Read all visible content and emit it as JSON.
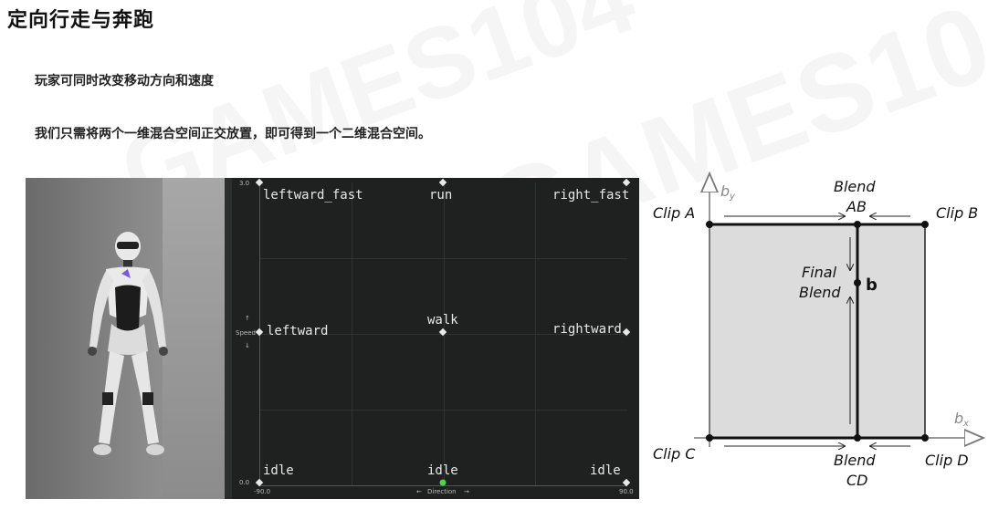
{
  "slide": {
    "title": "定向行走与奔跑",
    "bullet1": "玩家可同时改变移动方向和速度",
    "bullet2": "我们只需将两个一维混合空间正交放置，即可得到一个二维混合空间。",
    "watermark": "GAMES104"
  },
  "blend_editor": {
    "y_axis": {
      "label": "Speed",
      "max": "3.0",
      "min": "0.0",
      "up_arrow": "↑",
      "down_arrow": "↓"
    },
    "x_axis": {
      "label": "Direction",
      "min": "-90.0",
      "max": "90.0",
      "left_arrow": "←",
      "right_arrow": "→"
    },
    "clips": {
      "leftward_fast": "leftward_fast",
      "run": "run",
      "right_fast": "right_fast",
      "leftward": "leftward",
      "walk": "walk",
      "rightward": "rightward",
      "idle_left": "idle",
      "idle_center": "idle",
      "idle_right": "idle"
    }
  },
  "diagram": {
    "clip_a": "Clip A",
    "clip_b": "Clip B",
    "clip_c": "Clip C",
    "clip_d": "Clip D",
    "blend_ab_1": "Blend",
    "blend_ab_2": "AB",
    "blend_cd_1": "Blend",
    "blend_cd_2": "CD",
    "final_1": "Final",
    "final_2": "Blend",
    "b_label": "b",
    "by_label": "b",
    "by_sub": "y",
    "bx_label": "b",
    "bx_sub": "x"
  }
}
